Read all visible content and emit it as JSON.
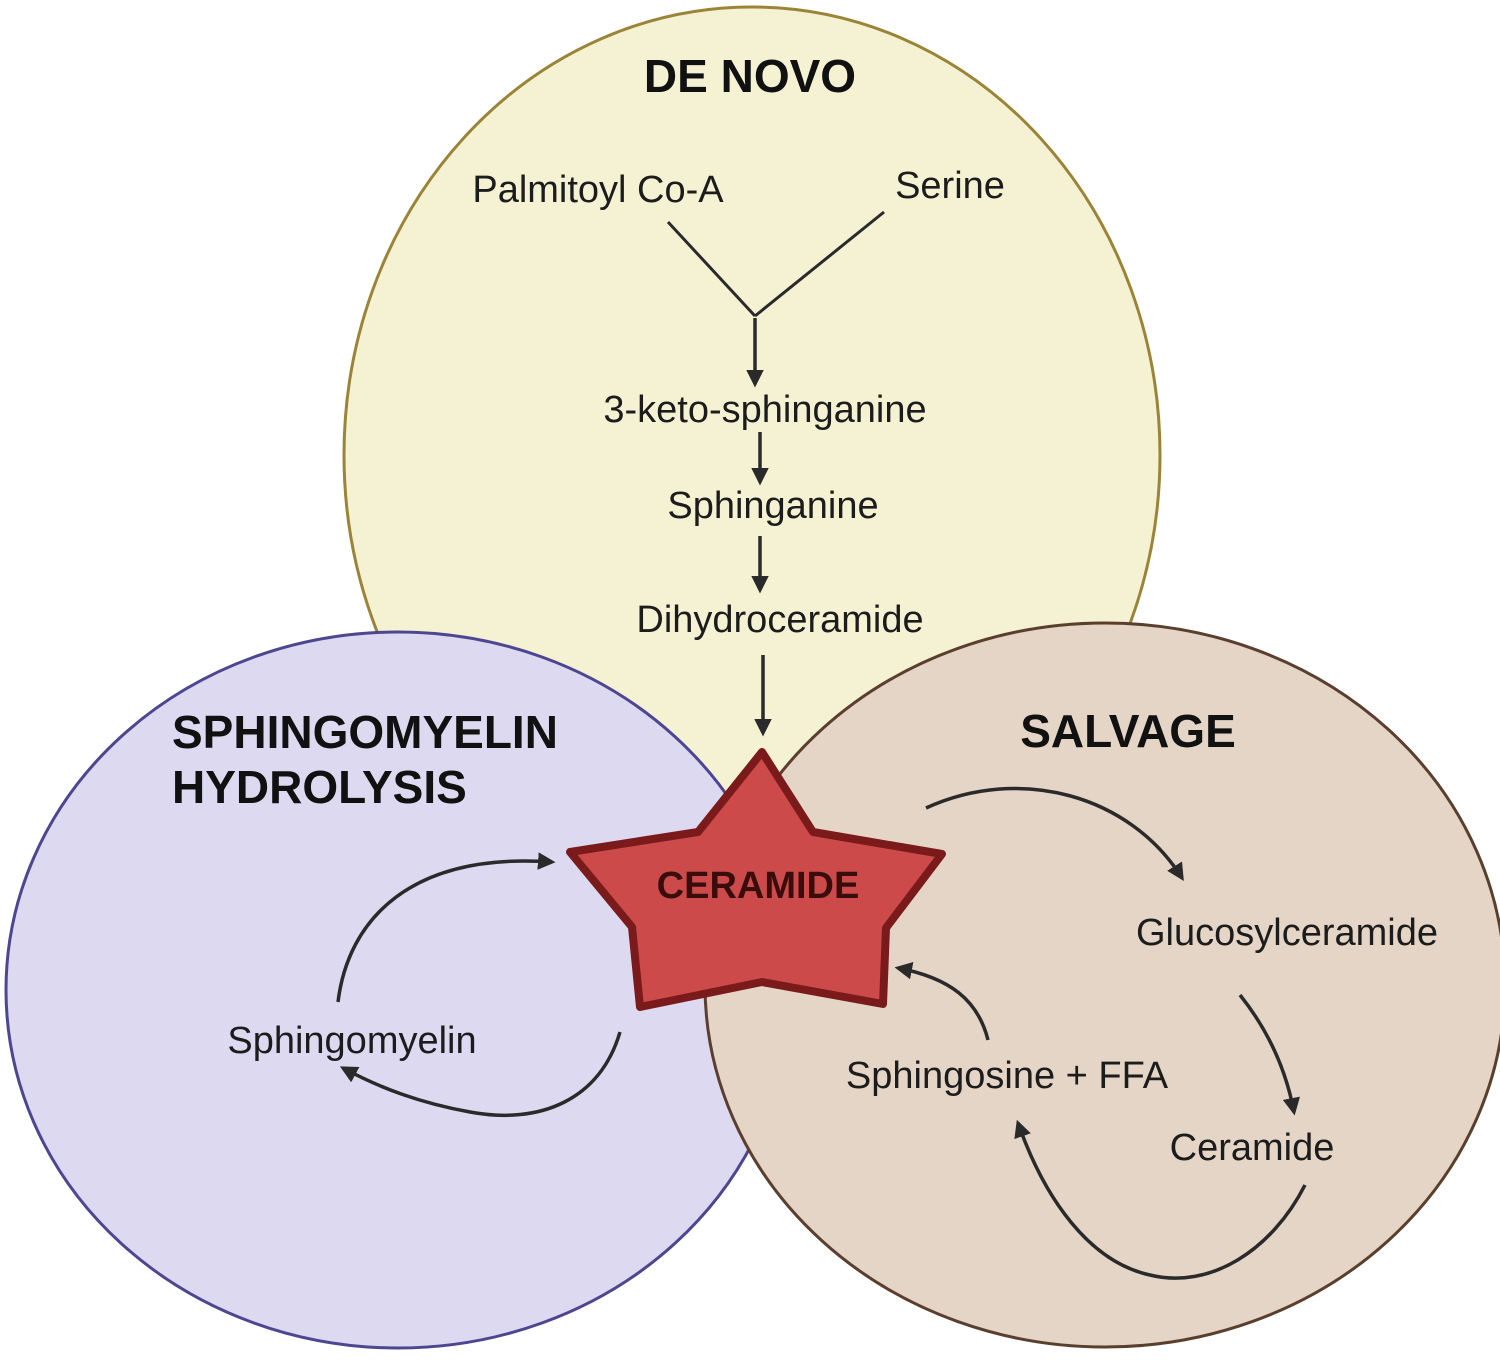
{
  "pathways": {
    "de_novo": {
      "title": "DE NOVO",
      "inputs": [
        "Palmitoyl Co-A",
        "Serine"
      ],
      "steps": [
        "3-keto-sphinganine",
        "Sphinganine",
        "Dihydroceramide"
      ]
    },
    "sphingomyelin_hydrolysis": {
      "title_line1": "SPHINGOMYELIN",
      "title_line2": "HYDROLYSIS",
      "nodes": [
        "Sphingomyelin"
      ]
    },
    "salvage": {
      "title": "SALVAGE",
      "nodes": [
        "Glucosylceramide",
        "Ceramide",
        "Sphingosine + FFA"
      ]
    }
  },
  "center": {
    "label": "CERAMIDE"
  },
  "colors": {
    "de_novo_fill": "#f5f2d4",
    "de_novo_stroke": "#9b8437",
    "hydrolysis_fill": "#dcd9f1",
    "hydrolysis_stroke": "#4d4690",
    "salvage_fill": "#e4d5c6",
    "salvage_stroke": "#5b3f2e",
    "star_fill": "#cc4a4a",
    "star_stroke": "#7a1a1a"
  }
}
